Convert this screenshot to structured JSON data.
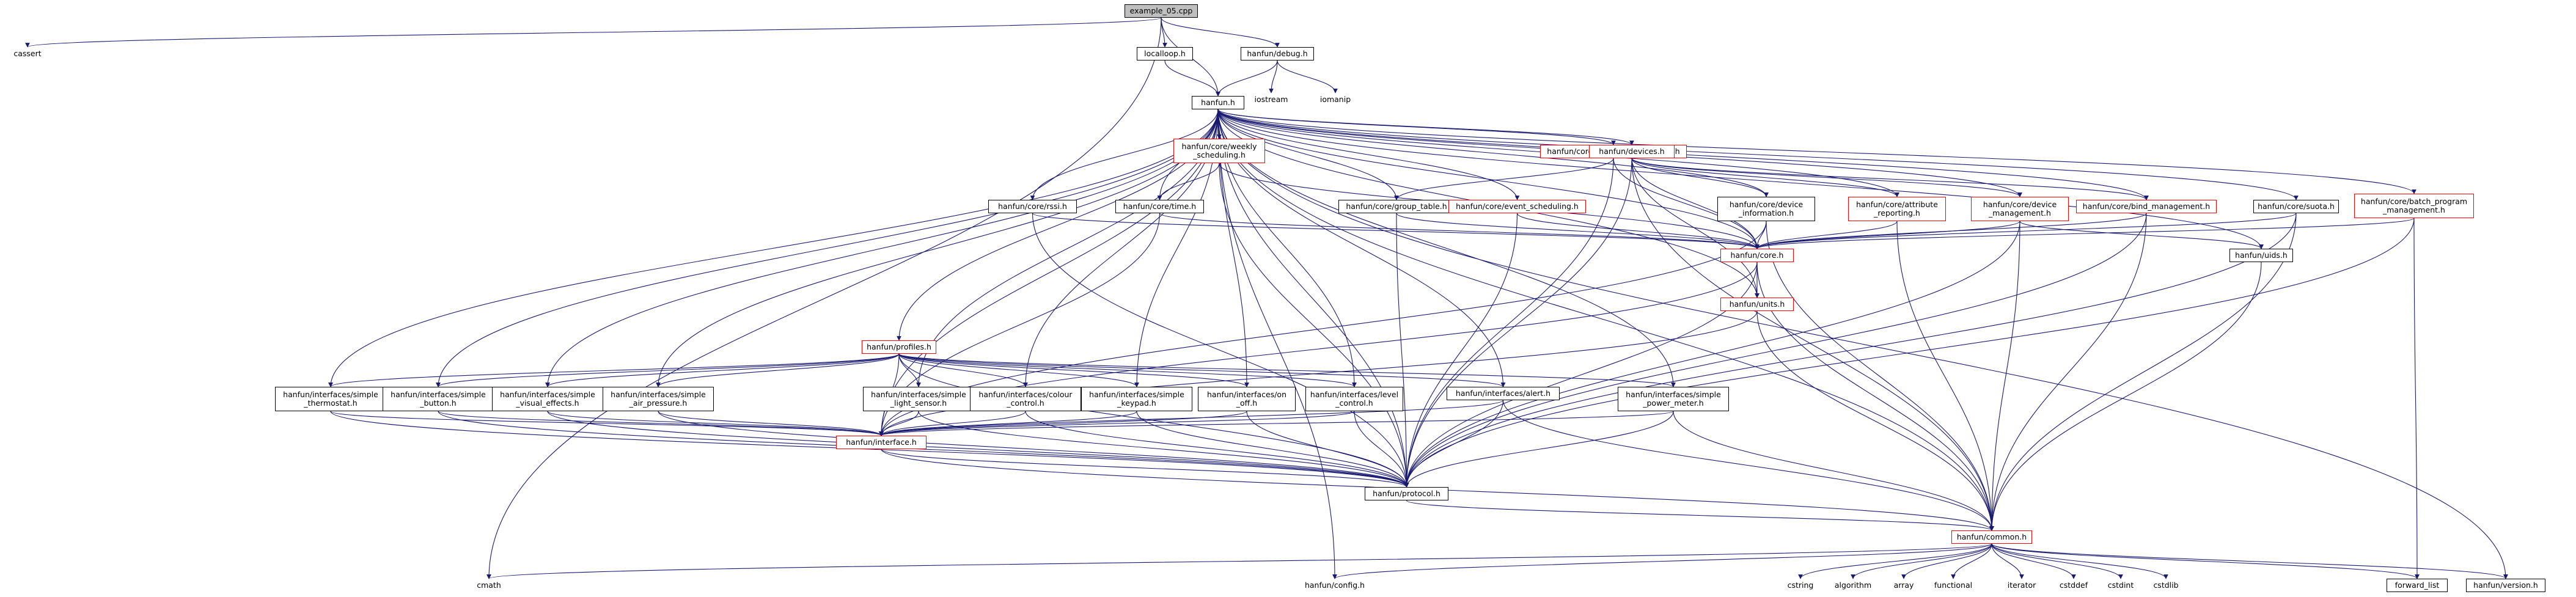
{
  "diagram": {
    "type": "include-dependency-graph",
    "colors": {
      "edge": "#191970",
      "node_border": "#000000",
      "incomplete_border": "#ff0000",
      "root_fill": "#bfbfbf",
      "background": "#ffffff"
    },
    "nodes": [
      {
        "id": "example",
        "label": "example_05.cpp",
        "kind": "root"
      },
      {
        "id": "cassert",
        "label": "cassert",
        "kind": "plain"
      },
      {
        "id": "localloop",
        "label": "localloop.h",
        "kind": "box"
      },
      {
        "id": "debug",
        "label": "hanfun/debug.h",
        "kind": "box"
      },
      {
        "id": "hanfun",
        "label": "hanfun.h",
        "kind": "box"
      },
      {
        "id": "iostream",
        "label": "iostream",
        "kind": "plain"
      },
      {
        "id": "iomanip",
        "label": "iomanip",
        "kind": "plain"
      },
      {
        "id": "weekly",
        "label": "hanfun/core/weekly\n_scheduling.h",
        "kind": "red"
      },
      {
        "id": "group_mgmt",
        "label": "hanfun/core/group_management.h",
        "kind": "red"
      },
      {
        "id": "devices",
        "label": "hanfun/devices.h",
        "kind": "red"
      },
      {
        "id": "rssi",
        "label": "hanfun/core/rssi.h",
        "kind": "box"
      },
      {
        "id": "time",
        "label": "hanfun/core/time.h",
        "kind": "box"
      },
      {
        "id": "group_table",
        "label": "hanfun/core/group_table.h",
        "kind": "box"
      },
      {
        "id": "event_sched",
        "label": "hanfun/core/event_scheduling.h",
        "kind": "red"
      },
      {
        "id": "dev_info",
        "label": "hanfun/core/device\n_information.h",
        "kind": "box"
      },
      {
        "id": "attr_rep",
        "label": "hanfun/core/attribute\n_reporting.h",
        "kind": "red"
      },
      {
        "id": "dev_mgmt",
        "label": "hanfun/core/device\n_management.h",
        "kind": "red"
      },
      {
        "id": "bind_mgmt",
        "label": "hanfun/core/bind_management.h",
        "kind": "red"
      },
      {
        "id": "suota",
        "label": "hanfun/core/suota.h",
        "kind": "box"
      },
      {
        "id": "batch",
        "label": "hanfun/core/batch_program\n_management.h",
        "kind": "red"
      },
      {
        "id": "core",
        "label": "hanfun/core.h",
        "kind": "red"
      },
      {
        "id": "uids",
        "label": "hanfun/uids.h",
        "kind": "box"
      },
      {
        "id": "units",
        "label": "hanfun/units.h",
        "kind": "red"
      },
      {
        "id": "profiles",
        "label": "hanfun/profiles.h",
        "kind": "red"
      },
      {
        "id": "thermostat",
        "label": "hanfun/interfaces/simple\n_thermostat.h",
        "kind": "box"
      },
      {
        "id": "button",
        "label": "hanfun/interfaces/simple\n_button.h",
        "kind": "box"
      },
      {
        "id": "visual",
        "label": "hanfun/interfaces/simple\n_visual_effects.h",
        "kind": "box"
      },
      {
        "id": "air",
        "label": "hanfun/interfaces/simple\n_air_pressure.h",
        "kind": "box"
      },
      {
        "id": "light",
        "label": "hanfun/interfaces/simple\n_light_sensor.h",
        "kind": "box"
      },
      {
        "id": "colour",
        "label": "hanfun/interfaces/colour\n_control.h",
        "kind": "box"
      },
      {
        "id": "keypad",
        "label": "hanfun/interfaces/simple\n_keypad.h",
        "kind": "box"
      },
      {
        "id": "onoff",
        "label": "hanfun/interfaces/on\n_off.h",
        "kind": "box"
      },
      {
        "id": "level",
        "label": "hanfun/interfaces/level\n_control.h",
        "kind": "box"
      },
      {
        "id": "alert",
        "label": "hanfun/interfaces/alert.h",
        "kind": "box"
      },
      {
        "id": "power",
        "label": "hanfun/interfaces/simple\n_power_meter.h",
        "kind": "box"
      },
      {
        "id": "interface",
        "label": "hanfun/interface.h",
        "kind": "red"
      },
      {
        "id": "protocol",
        "label": "hanfun/protocol.h",
        "kind": "box"
      },
      {
        "id": "common",
        "label": "hanfun/common.h",
        "kind": "red"
      },
      {
        "id": "cmath",
        "label": "cmath",
        "kind": "plain"
      },
      {
        "id": "config",
        "label": "hanfun/config.h",
        "kind": "plain"
      },
      {
        "id": "cstring",
        "label": "cstring",
        "kind": "plain"
      },
      {
        "id": "algorithm",
        "label": "algorithm",
        "kind": "plain"
      },
      {
        "id": "array",
        "label": "array",
        "kind": "plain"
      },
      {
        "id": "functional",
        "label": "functional",
        "kind": "plain"
      },
      {
        "id": "iterator",
        "label": "iterator",
        "kind": "plain"
      },
      {
        "id": "cstddef",
        "label": "cstddef",
        "kind": "plain"
      },
      {
        "id": "cstdint",
        "label": "cstdint",
        "kind": "plain"
      },
      {
        "id": "cstdlib",
        "label": "cstdlib",
        "kind": "plain"
      },
      {
        "id": "forward_list",
        "label": "forward_list",
        "kind": "box"
      },
      {
        "id": "version",
        "label": "hanfun/version.h",
        "kind": "box"
      }
    ],
    "edges": [
      [
        "example",
        "cassert"
      ],
      [
        "example",
        "localloop"
      ],
      [
        "example",
        "debug"
      ],
      [
        "example",
        "hanfun"
      ],
      [
        "example",
        "cmath"
      ],
      [
        "localloop",
        "hanfun"
      ],
      [
        "debug",
        "hanfun"
      ],
      [
        "debug",
        "iostream"
      ],
      [
        "debug",
        "iomanip"
      ],
      [
        "hanfun",
        "weekly"
      ],
      [
        "hanfun",
        "group_mgmt"
      ],
      [
        "hanfun",
        "devices"
      ],
      [
        "hanfun",
        "rssi"
      ],
      [
        "hanfun",
        "time"
      ],
      [
        "hanfun",
        "group_table"
      ],
      [
        "hanfun",
        "event_sched"
      ],
      [
        "hanfun",
        "dev_info"
      ],
      [
        "hanfun",
        "attr_rep"
      ],
      [
        "hanfun",
        "dev_mgmt"
      ],
      [
        "hanfun",
        "bind_mgmt"
      ],
      [
        "hanfun",
        "suota"
      ],
      [
        "hanfun",
        "batch"
      ],
      [
        "hanfun",
        "core"
      ],
      [
        "hanfun",
        "uids"
      ],
      [
        "hanfun",
        "units"
      ],
      [
        "hanfun",
        "profiles"
      ],
      [
        "hanfun",
        "thermostat"
      ],
      [
        "hanfun",
        "button"
      ],
      [
        "hanfun",
        "visual"
      ],
      [
        "hanfun",
        "air"
      ],
      [
        "hanfun",
        "light"
      ],
      [
        "hanfun",
        "colour"
      ],
      [
        "hanfun",
        "keypad"
      ],
      [
        "hanfun",
        "onoff"
      ],
      [
        "hanfun",
        "level"
      ],
      [
        "hanfun",
        "alert"
      ],
      [
        "hanfun",
        "power"
      ],
      [
        "hanfun",
        "interface"
      ],
      [
        "hanfun",
        "protocol"
      ],
      [
        "hanfun",
        "common"
      ],
      [
        "hanfun",
        "version"
      ],
      [
        "hanfun",
        "config"
      ],
      [
        "weekly",
        "time"
      ],
      [
        "weekly",
        "core"
      ],
      [
        "weekly",
        "protocol"
      ],
      [
        "group_mgmt",
        "group_table"
      ],
      [
        "group_mgmt",
        "core"
      ],
      [
        "group_mgmt",
        "protocol"
      ],
      [
        "devices",
        "dev_info"
      ],
      [
        "devices",
        "attr_rep"
      ],
      [
        "devices",
        "dev_mgmt"
      ],
      [
        "devices",
        "bind_mgmt"
      ],
      [
        "devices",
        "core"
      ],
      [
        "devices",
        "protocol"
      ],
      [
        "devices",
        "common"
      ],
      [
        "devices",
        "units"
      ],
      [
        "rssi",
        "core"
      ],
      [
        "rssi",
        "protocol"
      ],
      [
        "time",
        "core"
      ],
      [
        "time",
        "interface"
      ],
      [
        "group_table",
        "core"
      ],
      [
        "group_table",
        "protocol"
      ],
      [
        "event_sched",
        "core"
      ],
      [
        "event_sched",
        "protocol"
      ],
      [
        "dev_info",
        "core"
      ],
      [
        "dev_info",
        "interface"
      ],
      [
        "dev_info",
        "common"
      ],
      [
        "attr_rep",
        "core"
      ],
      [
        "attr_rep",
        "common"
      ],
      [
        "dev_mgmt",
        "core"
      ],
      [
        "dev_mgmt",
        "uids"
      ],
      [
        "dev_mgmt",
        "protocol"
      ],
      [
        "dev_mgmt",
        "common"
      ],
      [
        "bind_mgmt",
        "core"
      ],
      [
        "bind_mgmt",
        "protocol"
      ],
      [
        "bind_mgmt",
        "common"
      ],
      [
        "suota",
        "core"
      ],
      [
        "suota",
        "protocol"
      ],
      [
        "suota",
        "common"
      ],
      [
        "batch",
        "core"
      ],
      [
        "batch",
        "protocol"
      ],
      [
        "batch",
        "forward_list"
      ],
      [
        "core",
        "units"
      ],
      [
        "core",
        "protocol"
      ],
      [
        "core",
        "common"
      ],
      [
        "core",
        "interface"
      ],
      [
        "uids",
        "common"
      ],
      [
        "units",
        "common"
      ],
      [
        "units",
        "interface"
      ],
      [
        "profiles",
        "thermostat"
      ],
      [
        "profiles",
        "button"
      ],
      [
        "profiles",
        "visual"
      ],
      [
        "profiles",
        "air"
      ],
      [
        "profiles",
        "light"
      ],
      [
        "profiles",
        "colour"
      ],
      [
        "profiles",
        "keypad"
      ],
      [
        "profiles",
        "onoff"
      ],
      [
        "profiles",
        "level"
      ],
      [
        "profiles",
        "alert"
      ],
      [
        "profiles",
        "power"
      ],
      [
        "profiles",
        "interface"
      ],
      [
        "profiles",
        "protocol"
      ],
      [
        "thermostat",
        "interface"
      ],
      [
        "thermostat",
        "protocol"
      ],
      [
        "button",
        "interface"
      ],
      [
        "button",
        "protocol"
      ],
      [
        "visual",
        "interface"
      ],
      [
        "visual",
        "protocol"
      ],
      [
        "air",
        "interface"
      ],
      [
        "air",
        "protocol"
      ],
      [
        "light",
        "interface"
      ],
      [
        "light",
        "protocol"
      ],
      [
        "colour",
        "interface"
      ],
      [
        "colour",
        "protocol"
      ],
      [
        "keypad",
        "interface"
      ],
      [
        "keypad",
        "protocol"
      ],
      [
        "onoff",
        "interface"
      ],
      [
        "onoff",
        "protocol"
      ],
      [
        "level",
        "interface"
      ],
      [
        "level",
        "protocol"
      ],
      [
        "alert",
        "interface"
      ],
      [
        "alert",
        "protocol"
      ],
      [
        "alert",
        "common"
      ],
      [
        "power",
        "interface"
      ],
      [
        "power",
        "protocol"
      ],
      [
        "power",
        "common"
      ],
      [
        "interface",
        "protocol"
      ],
      [
        "interface",
        "common"
      ],
      [
        "protocol",
        "common"
      ],
      [
        "common",
        "cmath"
      ],
      [
        "common",
        "config"
      ],
      [
        "common",
        "cstring"
      ],
      [
        "common",
        "algorithm"
      ],
      [
        "common",
        "array"
      ],
      [
        "common",
        "functional"
      ],
      [
        "common",
        "iterator"
      ],
      [
        "common",
        "cstddef"
      ],
      [
        "common",
        "cstdint"
      ],
      [
        "common",
        "cstdlib"
      ],
      [
        "common",
        "forward_list"
      ],
      [
        "common",
        "version"
      ]
    ]
  }
}
